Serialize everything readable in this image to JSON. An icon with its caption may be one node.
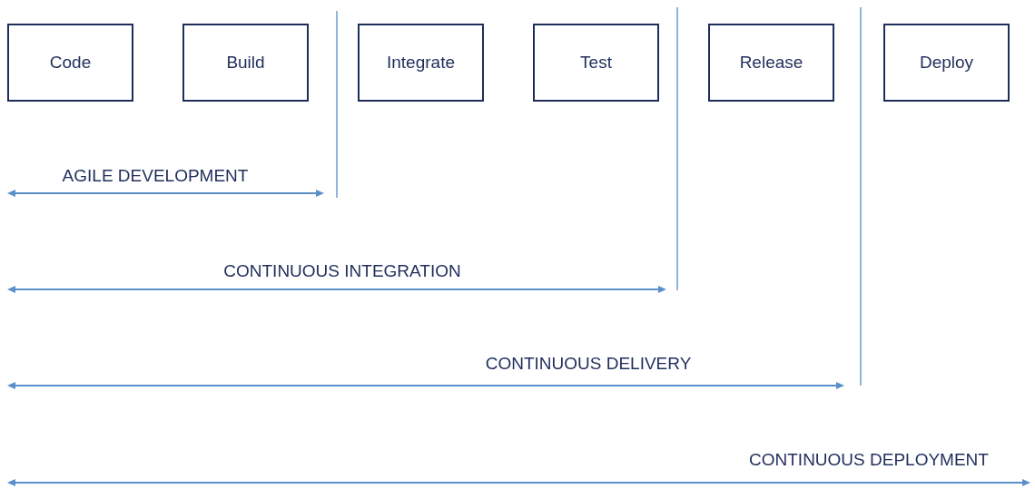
{
  "diagram": {
    "nodes": [
      {
        "text": [
          "Code"
        ]
      },
      {
        "text": [
          "Build"
        ]
      },
      {
        "text": [
          "Integrate"
        ]
      },
      {
        "text": [
          "Test"
        ]
      },
      {
        "text": [
          "Release"
        ]
      },
      {
        "text": [
          "Deploy"
        ]
      }
    ],
    "labels": [
      "AGILE DEVELOPMENT",
      "CONTINUOUS INTEGRATION",
      "CONTINUOUS DELIVERY",
      "CONTINUOUS DEPLOYMENT"
    ]
  }
}
